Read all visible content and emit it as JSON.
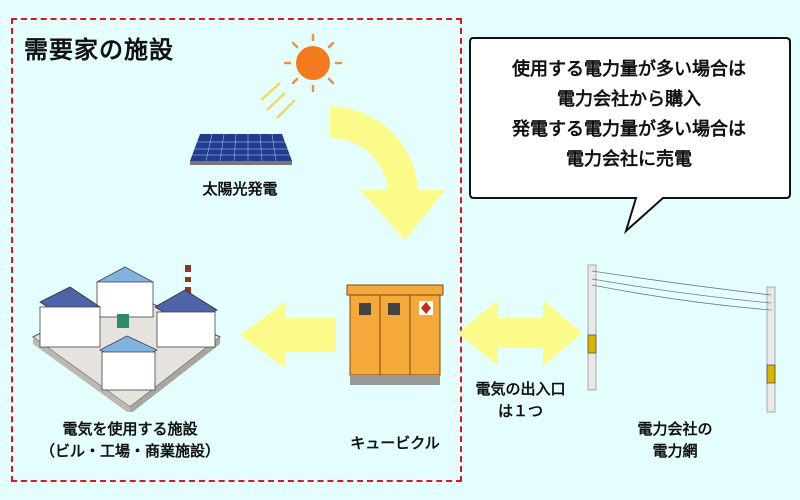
{
  "title": "需要家の施設",
  "solar_label": "太陽光発電",
  "facility_label": {
    "line1": "電気を使用する施設",
    "line2": "（ビル・工場・商業施設）"
  },
  "cubicle_label": "キュービクル",
  "entrance_label": {
    "line1": "電気の出入口",
    "line2": "は１つ"
  },
  "grid_label": {
    "line1": "電力会社の",
    "line2": "電力網"
  },
  "bubble": {
    "line1": "使用する電力量が多い場合は",
    "line2": "電力会社から購入",
    "line3": "発電する電力量が多い場合は",
    "line4": "電力会社に売電"
  },
  "colors": {
    "border": "#e0141e",
    "arrow": "#fbfb8a",
    "sun": "#f47a20",
    "cubicle": "#f5a93a",
    "background": "#e4fdfd"
  }
}
